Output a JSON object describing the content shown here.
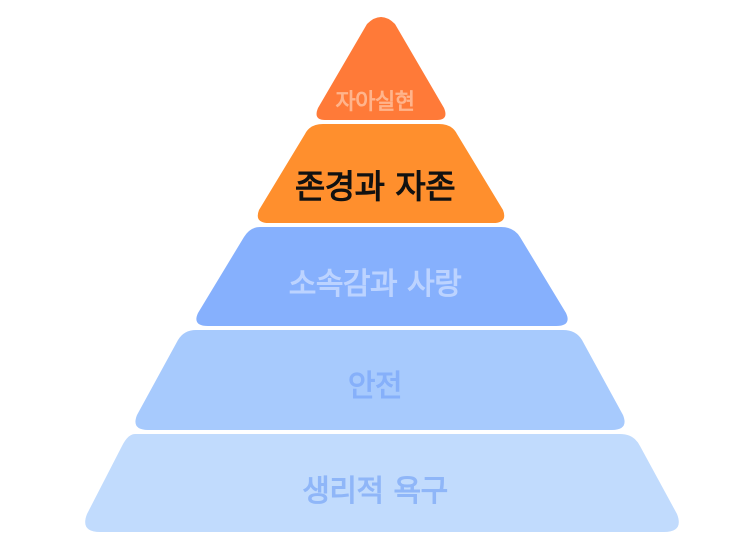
{
  "pyramid": {
    "levels": [
      {
        "label": "자아실현",
        "fill": "#ff7a38",
        "text_color": "#ffb48c"
      },
      {
        "label": "존경과 자존",
        "fill": "#ff8f2d",
        "text_color": "#111111"
      },
      {
        "label": "소속감과 사랑",
        "fill": "#86b0fd",
        "text_color": "#bcd3ff"
      },
      {
        "label": "안전",
        "fill": "#a7cafd",
        "text_color": "#86b0fa"
      },
      {
        "label": "생리적 욕구",
        "fill": "#c1dbfd",
        "text_color": "#8fb6f8"
      }
    ]
  }
}
